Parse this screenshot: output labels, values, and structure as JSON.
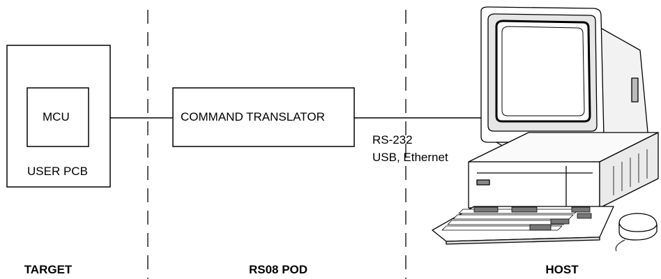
{
  "target": {
    "mcu_label": "MCU",
    "pcb_label": "USER PCB",
    "section_label": "TARGET"
  },
  "pod": {
    "translator_label": "COMMAND TRANSLATOR",
    "section_label": "RS08 POD"
  },
  "link": {
    "line1": "RS-232",
    "line2": "USB, Ethernet"
  },
  "host": {
    "section_label": "HOST",
    "icon": "desktop-computer-icon"
  }
}
